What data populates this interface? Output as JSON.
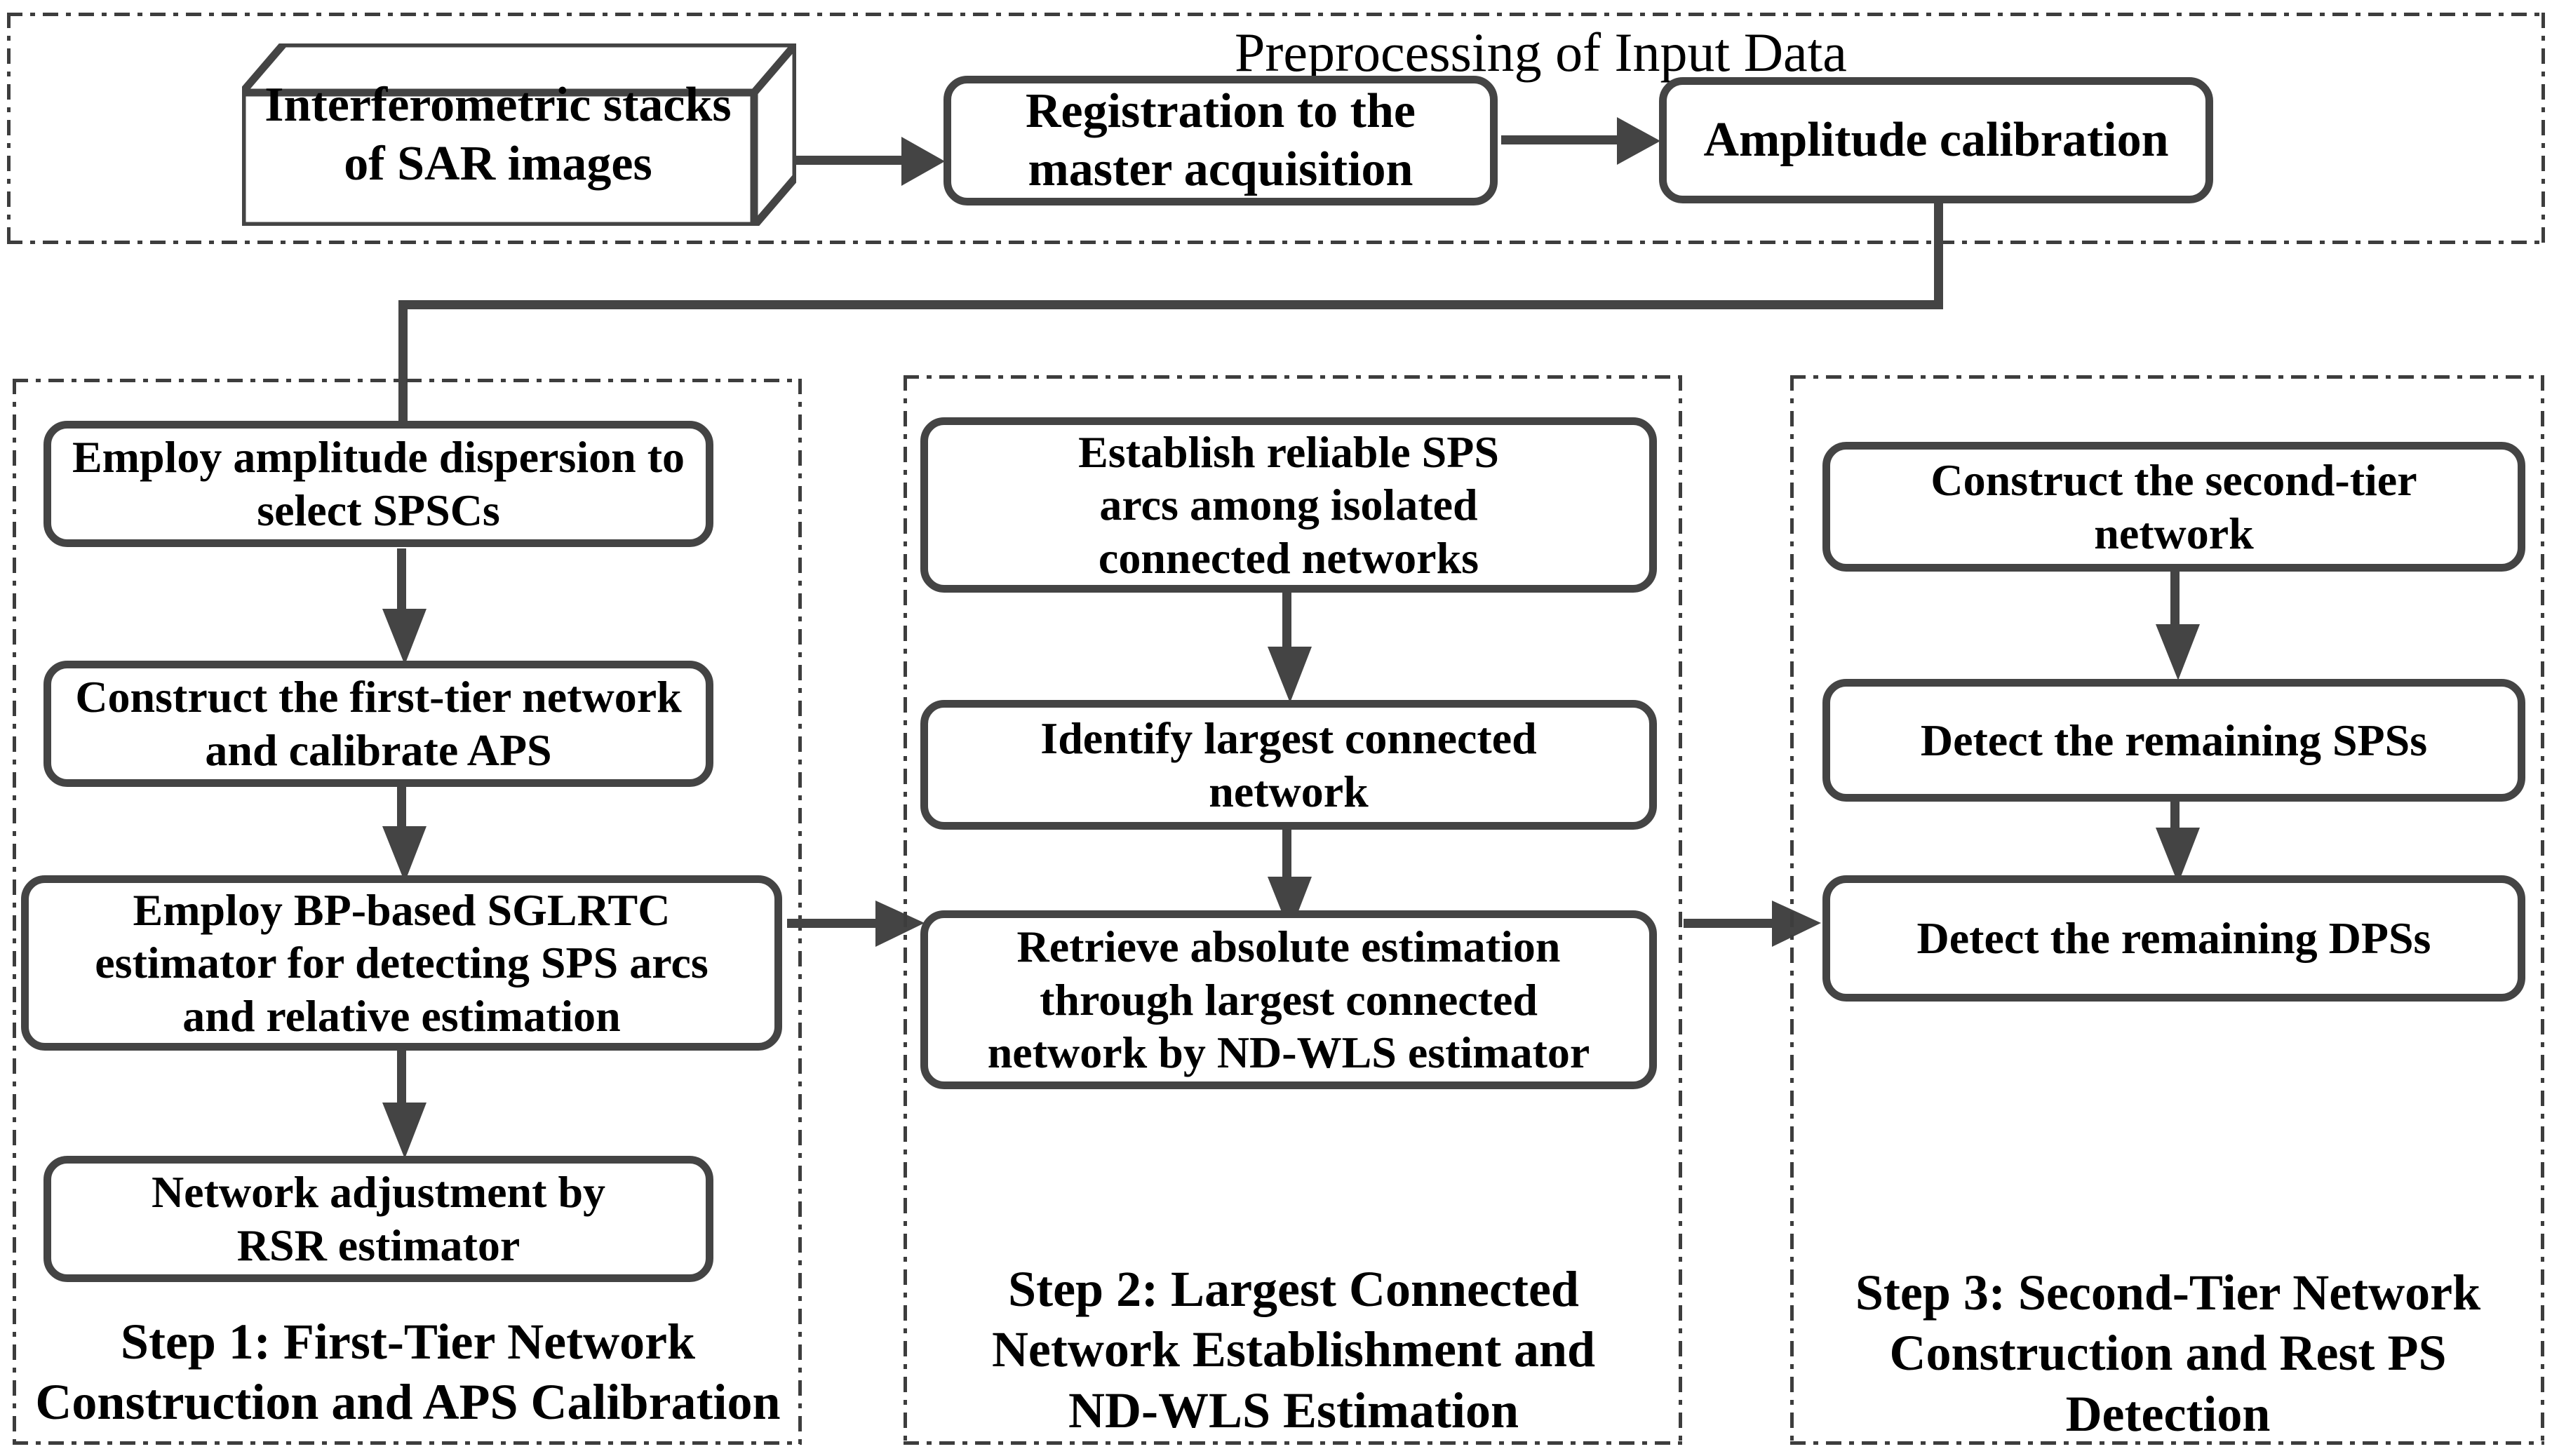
{
  "diagram": {
    "title": "SAR PS-InSAR processing workflow",
    "colors": {
      "stroke": "#444444",
      "text": "#000000",
      "background": "#ffffff",
      "panel_border": "#3d3d3d"
    },
    "preprocessing": {
      "panel_label": "Preprocessing of Input Data",
      "nodes": [
        {
          "id": "sar-stacks",
          "shape": "3d-box",
          "label": "Interferometric stacks\nof SAR images"
        },
        {
          "id": "registration",
          "shape": "rounded-rect",
          "label": "Registration to the\nmaster acquisition"
        },
        {
          "id": "amplitude-calibration",
          "shape": "rounded-rect",
          "label": "Amplitude calibration"
        }
      ]
    },
    "steps": [
      {
        "id": "step-1",
        "caption": "Step 1: First-Tier Network\nConstruction and APS Calibration",
        "nodes": [
          {
            "id": "select-spscs",
            "label": "Employ amplitude dispersion to\nselect SPSCs"
          },
          {
            "id": "first-tier-network",
            "label": "Construct the first-tier network\nand calibrate APS"
          },
          {
            "id": "sglrtc-estimator",
            "label": "Employ BP-based SGLRTC\nestimator for detecting SPS arcs\nand relative  estimation"
          },
          {
            "id": "network-adjustment",
            "label": "Network adjustment by\nRSR estimator"
          }
        ]
      },
      {
        "id": "step-2",
        "caption": "Step 2:  Largest Connected\nNetwork Establishment and\nND-WLS Estimation",
        "nodes": [
          {
            "id": "establish-sps-arcs",
            "label": "Establish reliable SPS\narcs among isolated\nconnected networks"
          },
          {
            "id": "identify-largest-network",
            "label": "Identify largest connected\nnetwork"
          },
          {
            "id": "retrieve-absolute-estimation",
            "label": "Retrieve absolute estimation\nthrough largest connected\nnetwork by ND-WLS estimator"
          }
        ]
      },
      {
        "id": "step-3",
        "caption": "Step 3:  Second-Tier Network\nConstruction and Rest PS\nDetection",
        "nodes": [
          {
            "id": "construct-second-tier",
            "label": "Construct the second-tier\nnetwork"
          },
          {
            "id": "detect-remaining-spss",
            "label": "Detect the remaining SPSs"
          },
          {
            "id": "detect-remaining-dpss",
            "label": "Detect the remaining  DPSs"
          }
        ]
      }
    ],
    "connectors": [
      {
        "id": "sar-to-registration",
        "from": "sar-stacks",
        "to": "registration",
        "direction": "right"
      },
      {
        "id": "registration-to-amplitude",
        "from": "registration",
        "to": "amplitude-calibration",
        "direction": "right"
      },
      {
        "id": "amplitude-to-step1",
        "from": "amplitude-calibration",
        "to": "select-spscs",
        "direction": "down-left-down"
      },
      {
        "id": "spscs-to-first-tier",
        "from": "select-spscs",
        "to": "first-tier-network",
        "direction": "down"
      },
      {
        "id": "first-tier-to-sglrtc",
        "from": "first-tier-network",
        "to": "sglrtc-estimator",
        "direction": "down"
      },
      {
        "id": "sglrtc-to-adjustment",
        "from": "sglrtc-estimator",
        "to": "network-adjustment",
        "direction": "down"
      },
      {
        "id": "step1-to-step2",
        "from": "sglrtc-estimator",
        "to": "establish-sps-arcs",
        "direction": "right"
      },
      {
        "id": "establish-to-identify",
        "from": "establish-sps-arcs",
        "to": "identify-largest-network",
        "direction": "down"
      },
      {
        "id": "identify-to-retrieve",
        "from": "identify-largest-network",
        "to": "retrieve-absolute-estimation",
        "direction": "down"
      },
      {
        "id": "step2-to-step3",
        "from": "retrieve-absolute-estimation",
        "to": "construct-second-tier",
        "direction": "right"
      },
      {
        "id": "second-tier-to-spss",
        "from": "construct-second-tier",
        "to": "detect-remaining-spss",
        "direction": "down"
      },
      {
        "id": "spss-to-dpss",
        "from": "detect-remaining-spss",
        "to": "detect-remaining-dpss",
        "direction": "down"
      }
    ]
  }
}
